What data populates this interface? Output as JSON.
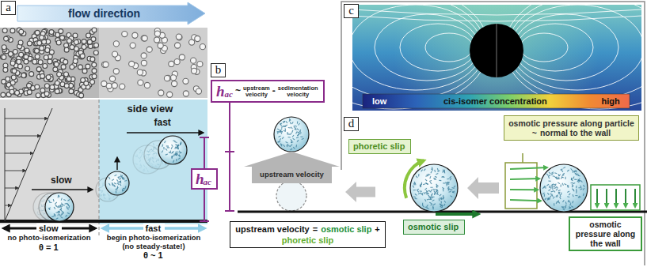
{
  "diagram": {
    "nodes": [
      {
        "text": [
          "a"
        ]
      },
      {
        "text": [
          "flow direction"
        ]
      },
      {
        "text": [
          "h",
          "ac"
        ]
      },
      {
        "text": [
          "b"
        ]
      },
      {
        "text": [
          "h",
          "ac",
          "~",
          "upstream velocity",
          "-",
          "sedimentation velocity"
        ]
      },
      {
        "text": [
          "upstream velocity"
        ]
      },
      {
        "text": [
          "upstream velocity",
          "=",
          "osmotic slip",
          "+",
          "phoretic slip"
        ]
      },
      {
        "text": [
          "c"
        ]
      },
      {
        "text": [
          "d"
        ]
      },
      {
        "text": [
          "phoretic slip"
        ]
      },
      {
        "text": [
          "osmotic slip"
        ]
      },
      {
        "text": [
          "osmotic pressure along particle",
          "~",
          "normal to the wall"
        ]
      },
      {
        "text": [
          "osmotic pressure along the wall"
        ]
      }
    ],
    "labels": [
      "side view",
      "slow",
      "fast",
      "slow",
      "no photo-isomerization",
      "θ = 1",
      "fast",
      "begin photo-isomerization",
      "(no steady-state!)",
      "θ ~ 1",
      "low",
      "cis-isomer concentration",
      "high"
    ]
  }
}
